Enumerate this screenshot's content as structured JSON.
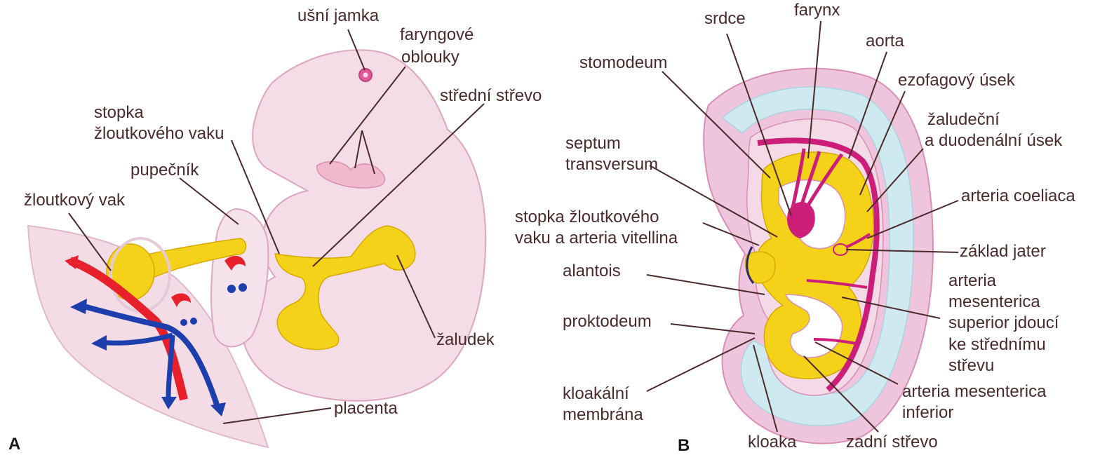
{
  "panel_a": {
    "letter": "A",
    "labels": {
      "usni_jamka": "ušní jamka",
      "faryngove_1": "faryngové",
      "faryngove_2": "oblouky",
      "stredni_strevo": "střední střevo",
      "stopka_1": "stopka",
      "stopka_2": "žloutkového vaku",
      "pupecnik": "pupečník",
      "zloutkovy_vak": "žloutkový vak",
      "zaludek": "žaludek",
      "placenta": "placenta"
    }
  },
  "panel_b": {
    "letter": "B",
    "labels": {
      "srdce": "srdce",
      "farynx": "farynx",
      "aorta": "aorta",
      "stomodeum": "stomodeum",
      "ezofagovy": "ezofagový úsek",
      "zaludecni_1": "žaludeční",
      "zaludecni_2": "a duodenální úsek",
      "septum_1": "septum",
      "septum_2": "transversum",
      "coeliaca": "arteria coeliaca",
      "stopka_1": "stopka žloutkového",
      "stopka_2": "vaku a arteria vitellina",
      "zaklad_jater": "základ jater",
      "alantois": "alantois",
      "msup_1": "arteria",
      "msup_2": "mesenterica",
      "msup_3": "superior jdoucí",
      "msup_4": "ke střednímu",
      "msup_5": "střevu",
      "proktodeum": "proktodeum",
      "minf_1": "arteria mesenterica",
      "minf_2": "inferior",
      "kloakalni_1": "kloakální",
      "kloakalni_2": "membrána",
      "kloaka": "kloaka",
      "zadni_strevo": "zadní střevo"
    }
  },
  "colors": {
    "embryo_pink": "#f3dce6",
    "outline_pink": "#d98fb5",
    "yolk_yellow": "#f5d21a",
    "artery_red": "#e8202c",
    "vein_blue": "#1d3fae",
    "cavity_blue": "#cfe9f0",
    "vessel_magenta": "#cc1e78",
    "label_text": "#4a2a2a"
  }
}
